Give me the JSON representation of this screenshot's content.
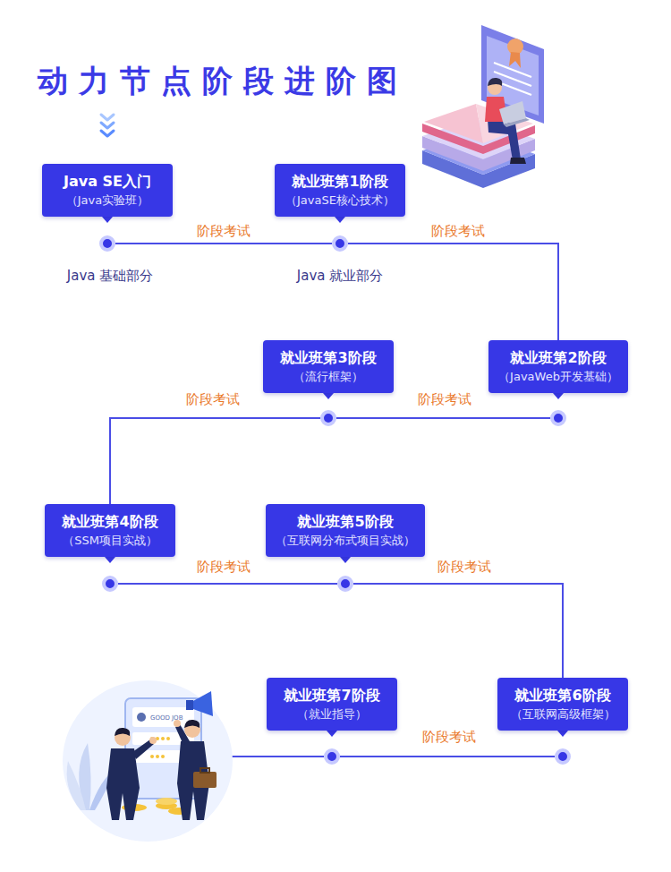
{
  "diagram": {
    "title": "动力节点阶段进阶图",
    "nodes": [
      {
        "text": [
          "Java SE入门",
          "（Java实验班）"
        ]
      },
      {
        "text": [
          "就业班第1阶段",
          "（JavaSE核心技术）"
        ]
      },
      {
        "text": [
          "就业班第2阶段",
          "（JavaWeb开发基础）"
        ]
      },
      {
        "text": [
          "就业班第3阶段",
          "（流行框架）"
        ]
      },
      {
        "text": [
          "就业班第4阶段",
          "（SSM项目实战）"
        ]
      },
      {
        "text": [
          "就业班第5阶段",
          "（互联网分布式项目实战）"
        ]
      },
      {
        "text": [
          "就业班第6阶段",
          "（互联网高级框架）"
        ]
      },
      {
        "text": [
          "就业班第7阶段",
          "（就业指导）"
        ]
      }
    ],
    "edges": [
      {
        "from": 0,
        "to": 1,
        "label": "阶段考试",
        "arrow": "none"
      },
      {
        "from": 1,
        "to": 2,
        "label": "阶段考试",
        "arrow": "none"
      },
      {
        "from": 2,
        "to": 3,
        "label": "阶段考试",
        "arrow": "none"
      },
      {
        "from": 3,
        "to": 4,
        "label": "阶段考试",
        "arrow": "none"
      },
      {
        "from": 4,
        "to": 5,
        "label": "阶段考试",
        "arrow": "none"
      },
      {
        "from": 5,
        "to": 6,
        "label": "阶段考试",
        "arrow": "none"
      },
      {
        "from": 6,
        "to": 7,
        "label": "阶段考试",
        "arrow": "none"
      }
    ],
    "labels": [
      "Java 基础部分",
      "Java 就业部分",
      "GOOD JOB"
    ]
  }
}
